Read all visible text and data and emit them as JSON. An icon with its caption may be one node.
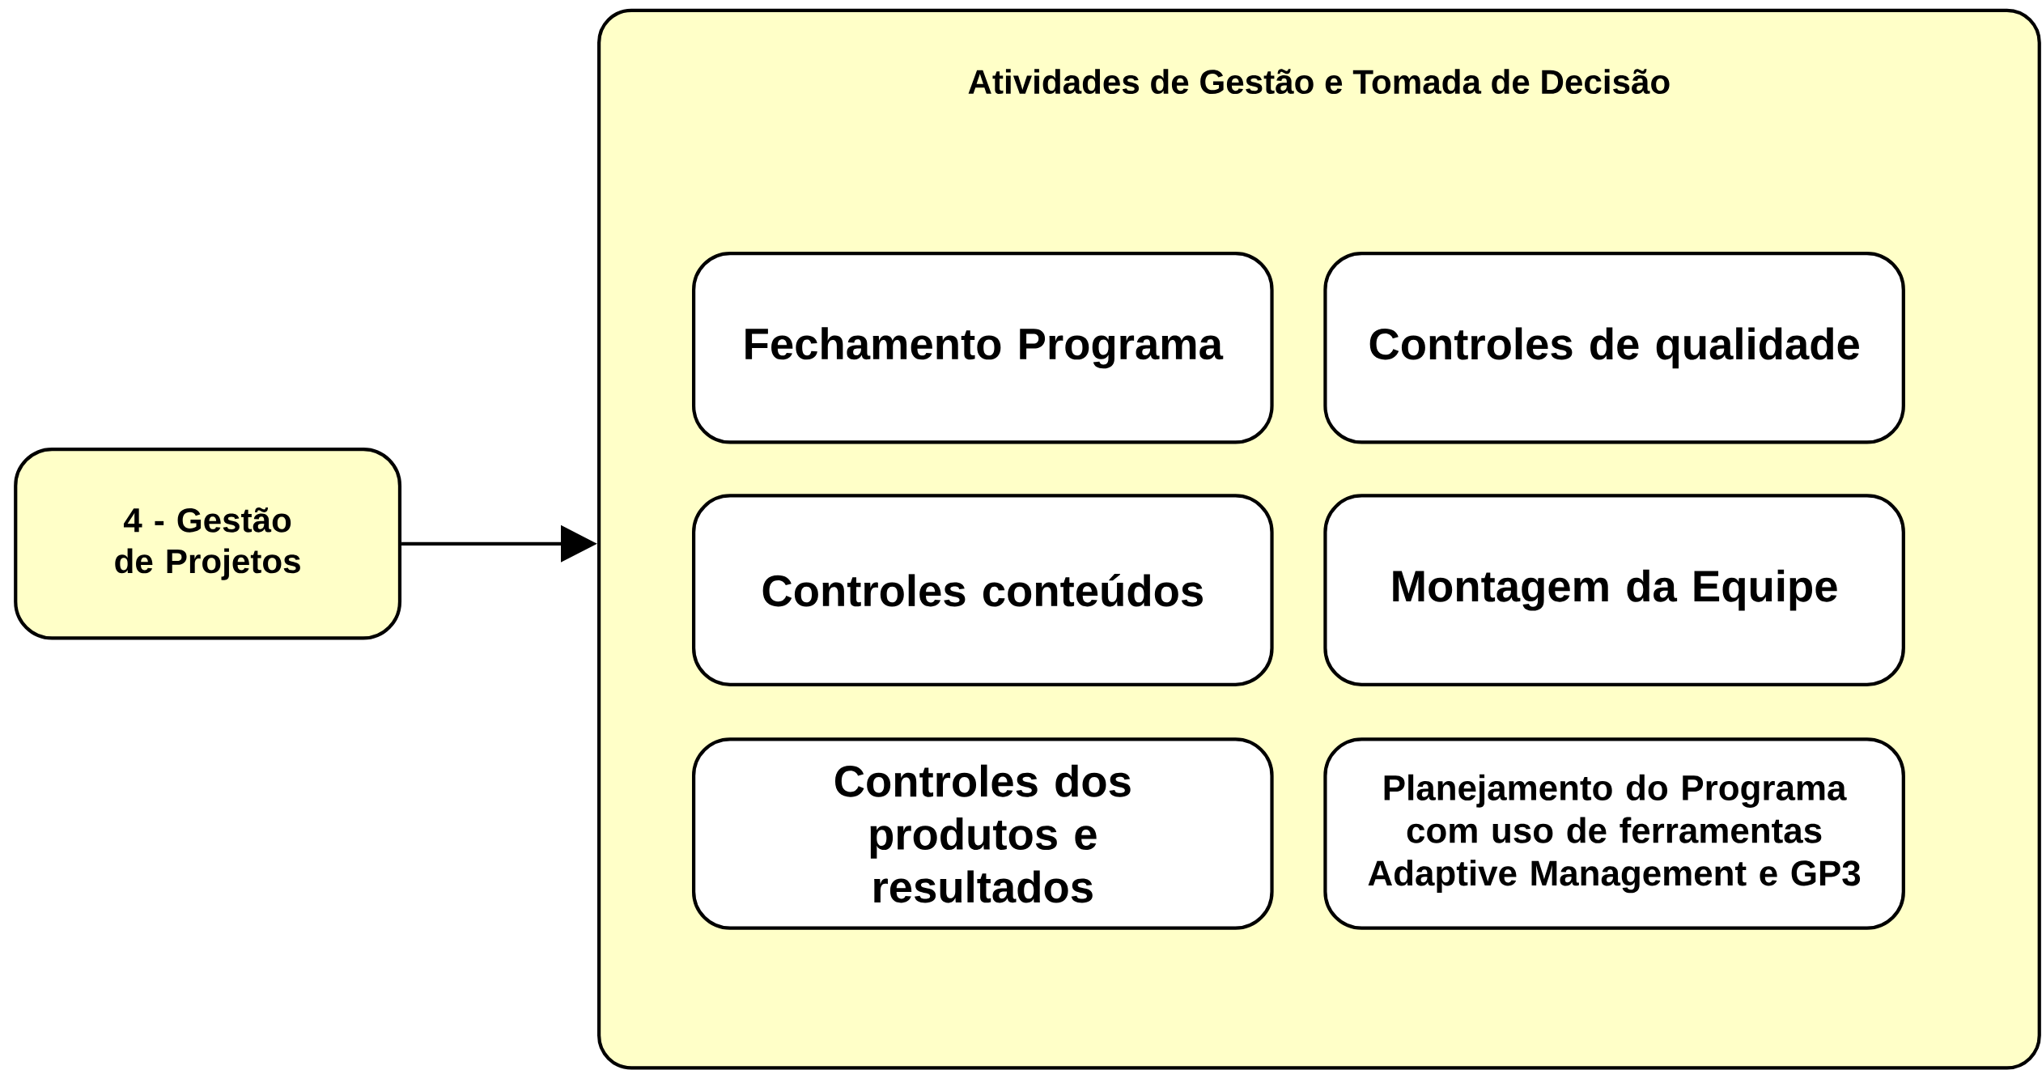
{
  "diagram": {
    "nodes": [
      {
        "text": [
          "4 - Gestão de Projetos"
        ]
      },
      {
        "text": [
          "Atividades de Gestão e Tomada de Decisão"
        ]
      },
      {
        "text": [
          "Fechamento Programa"
        ],
        "in": 1
      },
      {
        "text": [
          "Controles de qualidade"
        ],
        "in": 1
      },
      {
        "text": [
          "Controles conteúdos"
        ],
        "in": 1
      },
      {
        "text": [
          "Montagem da Equipe"
        ],
        "in": 1
      },
      {
        "text": [
          "Controles dos produtos e resultados"
        ],
        "in": 1
      },
      {
        "text": [
          "Planejamento do Programa com uso de ferramentas Adaptive Management e GP3"
        ],
        "in": 1
      }
    ],
    "edges": [
      {
        "from": 0,
        "to": 1,
        "arrow": "to"
      }
    ]
  }
}
